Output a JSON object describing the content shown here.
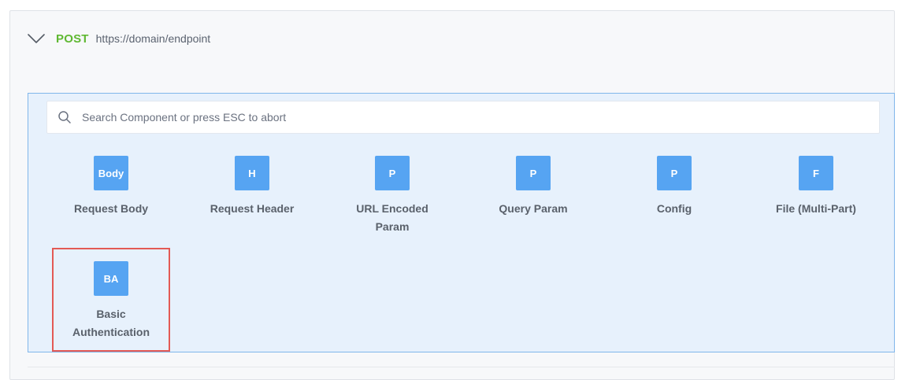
{
  "request": {
    "method": "POST",
    "url": "https://domain/endpoint"
  },
  "colors": {
    "method": "#5fb832",
    "badge": "#56a4f2",
    "picker_bg": "#e7f1fc",
    "picker_border": "#80b6ea",
    "highlight": "#e35a55"
  },
  "search": {
    "placeholder": "Search Component or press ESC to abort",
    "value": ""
  },
  "components": [
    {
      "badge": "Body",
      "label": "Request Body"
    },
    {
      "badge": "H",
      "label": "Request Header"
    },
    {
      "badge": "P",
      "label": "URL Encoded Param"
    },
    {
      "badge": "P",
      "label": "Query Param"
    },
    {
      "badge": "P",
      "label": "Config"
    },
    {
      "badge": "F",
      "label": "File (Multi-Part)"
    },
    {
      "badge": "BA",
      "label": "Basic Authentication"
    }
  ],
  "icons": {
    "collapse": "chevron-down-icon",
    "search": "search-icon"
  }
}
